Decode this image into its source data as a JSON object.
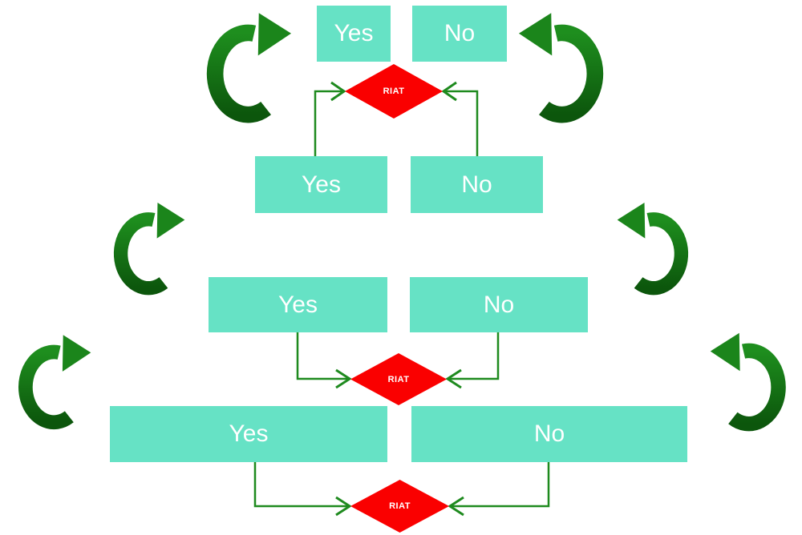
{
  "levels": [
    {
      "yes": "Yes",
      "no": "No"
    },
    {
      "yes": "Yes",
      "no": "No"
    },
    {
      "yes": "Yes",
      "no": "No"
    },
    {
      "yes": "Yes",
      "no": "No"
    }
  ],
  "decisions": [
    {
      "label": "RIAT"
    },
    {
      "label": "RIAT"
    },
    {
      "label": "RIAT"
    }
  ],
  "icons": {
    "cycle_arrow_left": "curved-cycle-arrow-clockwise",
    "cycle_arrow_right": "curved-cycle-arrow-counterclockwise"
  },
  "colors": {
    "box_fill": "#66E2C5",
    "diamond_fill": "#FA0000",
    "connector_green": "#1E8A1E",
    "cycle_arrow_dark": "#0C560C",
    "cycle_arrow_light": "#1E8E1E",
    "label_text": "#FFFFFF"
  }
}
